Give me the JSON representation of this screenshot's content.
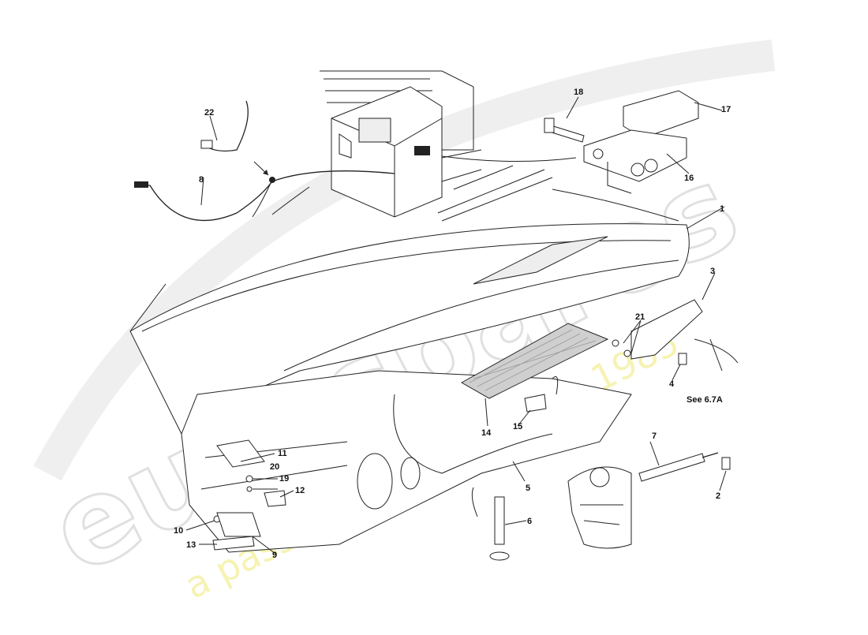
{
  "watermark": {
    "brand": "eurospares",
    "tagline": "a passion for parts since 1985",
    "colors": {
      "brand_outline": "#d6d6d6",
      "tagline": "#f3ef9a"
    }
  },
  "callouts": [
    {
      "id": "c1",
      "label": "1"
    },
    {
      "id": "c2",
      "label": "2"
    },
    {
      "id": "c3",
      "label": "3"
    },
    {
      "id": "c4",
      "label": "4"
    },
    {
      "id": "c5",
      "label": "5"
    },
    {
      "id": "c6",
      "label": "6"
    },
    {
      "id": "c7",
      "label": "7"
    },
    {
      "id": "c8",
      "label": "8"
    },
    {
      "id": "c9",
      "label": "9"
    },
    {
      "id": "c10",
      "label": "10"
    },
    {
      "id": "c11",
      "label": "11"
    },
    {
      "id": "c12",
      "label": "12"
    },
    {
      "id": "c13",
      "label": "13"
    },
    {
      "id": "c14",
      "label": "14"
    },
    {
      "id": "c15",
      "label": "15"
    },
    {
      "id": "c16",
      "label": "16"
    },
    {
      "id": "c17",
      "label": "17"
    },
    {
      "id": "c18",
      "label": "18"
    },
    {
      "id": "c19",
      "label": "19"
    },
    {
      "id": "c20",
      "label": "20"
    },
    {
      "id": "c21",
      "label": "21"
    },
    {
      "id": "c22",
      "label": "22"
    }
  ],
  "reference_note": "See 6.7A"
}
